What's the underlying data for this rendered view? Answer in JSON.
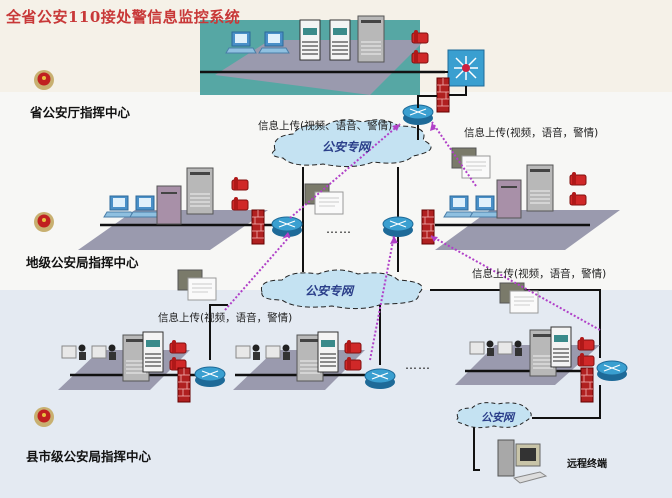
{
  "title": "全省公安110接处警信息监控系统",
  "levels": {
    "province": {
      "label": "省公安厅指挥中心"
    },
    "city": {
      "label": "地级公安局指挥中心"
    },
    "county": {
      "label": "县市级公安局指挥中心"
    }
  },
  "clouds": {
    "upper": "公安专网",
    "middle": "公安专网",
    "small": "公安网"
  },
  "annotations": {
    "upload_province_left": "信息上传(视频、语音、警情)",
    "upload_province_right": "信息上传(视频，语音，警情)",
    "upload_city_left": "信息上传(视频，语音，警情)",
    "upload_city_right": "信息上传(视频，语音，警情)"
  },
  "ellipsis": "……",
  "remote_terminal": "远程终端",
  "colors": {
    "title": "#c83838",
    "upload_arrow": "#b040c8",
    "cloud_fill": "#c4e2f2",
    "router": "#2f8fc0",
    "firewall": "#b02020",
    "lan_plate": "#9a9aae"
  }
}
